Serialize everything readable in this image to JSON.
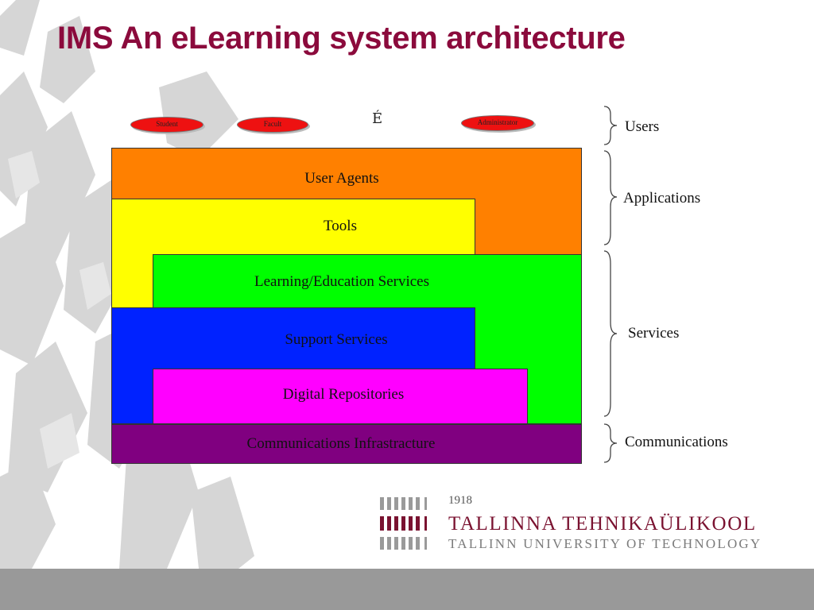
{
  "slide": {
    "title": "IMS An eLearning system architecture"
  },
  "users": {
    "ovals": [
      "Student",
      "Facult",
      "Administrator"
    ],
    "figure_glyph": "É"
  },
  "layers": [
    {
      "key": "user_agents",
      "label": "User Agents",
      "color": "#ff8000"
    },
    {
      "key": "tools",
      "label": "Tools",
      "color": "#ffff00"
    },
    {
      "key": "learning",
      "label": "Learning/Education Services",
      "color": "#00ff00"
    },
    {
      "key": "support",
      "label": "Support Services",
      "color": "#0022ff"
    },
    {
      "key": "repositories",
      "label": "Digital Repositories",
      "color": "#ff00ff"
    },
    {
      "key": "communications",
      "label": "Communications Infrastracture",
      "color": "#800080"
    }
  ],
  "braces": {
    "users": "Users",
    "applications": "Applications",
    "services": "Services",
    "communications": "Communications"
  },
  "logo": {
    "year": "1918",
    "name": "TALLINNA TEHNIKAÜLIKOOL",
    "english": "TALLINN UNIVERSITY OF TECHNOLOGY",
    "color": "#7a1230"
  },
  "colors": {
    "title": "#8b0a3c",
    "oval": "#ee1111",
    "footer": "#999999"
  }
}
